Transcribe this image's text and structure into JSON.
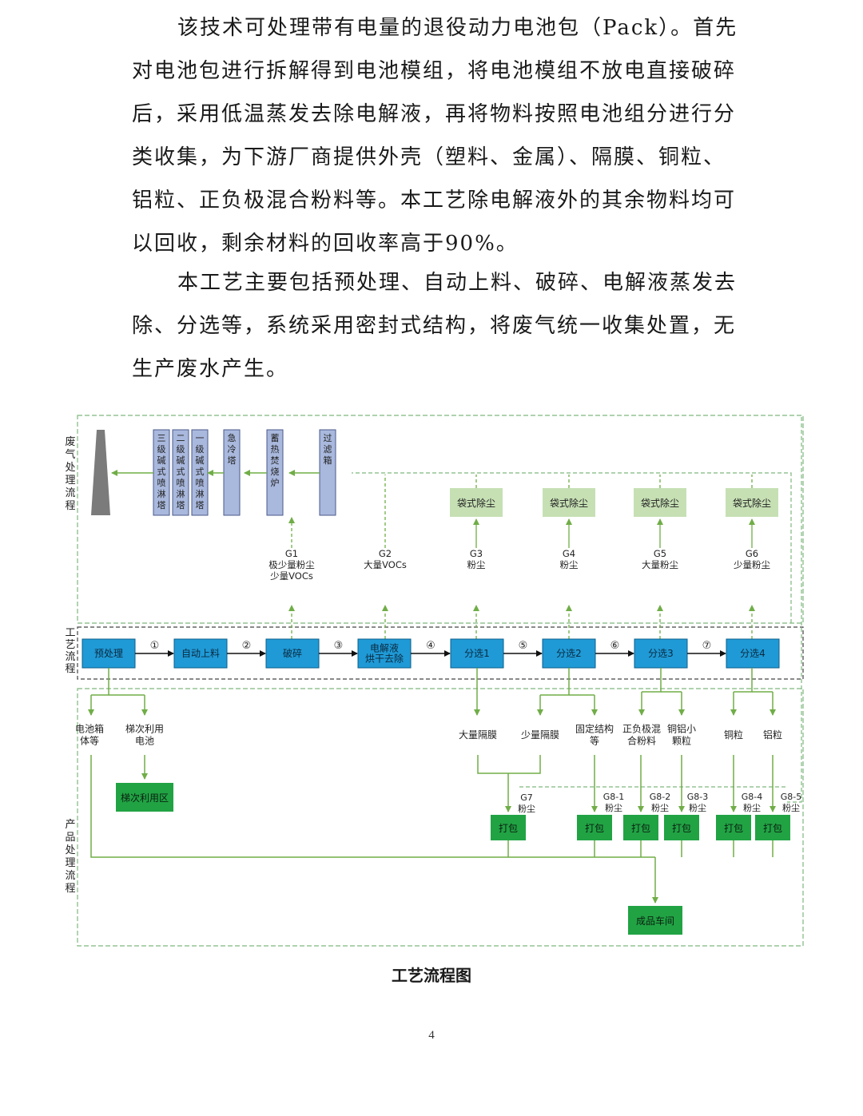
{
  "paragraphs": [
    "该技术可处理带有电量的退役动力电池包（Pack）。首先对电池包进行拆解得到电池模组，将电池模组不放电直接破碎后，采用低温蒸发去除电解液，再将物料按照电池组分进行分类收集，为下游厂商提供外壳（塑料、金属）、隔膜、铜粒、铝粒、正负极混合粉料等。本工艺除电解液外的其余物料均可以回收，剩余材料的回收率高于90%。",
    "本工艺主要包括预处理、自动上料、破碎、电解液蒸发去除、分选等，系统采用密封式结构，将废气统一收集处置，无生产废水产生。"
  ],
  "flowchart": {
    "sections": {
      "gas": "废气处理流程",
      "process": "工艺流程",
      "product": "产品处理流程"
    },
    "gas_units": [
      "三级碱式喷淋塔",
      "二级碱式喷淋塔",
      "一级碱式喷淋塔",
      "急冷塔",
      "蓄热焚烧炉",
      "过滤箱"
    ],
    "bag_filter": "袋式除尘",
    "emissions": [
      {
        "id": "G1",
        "lines": [
          "极少量粉尘",
          "少量VOCs"
        ]
      },
      {
        "id": "G2",
        "lines": [
          "大量VOCs"
        ]
      },
      {
        "id": "G3",
        "lines": [
          "粉尘"
        ]
      },
      {
        "id": "G4",
        "lines": [
          "粉尘"
        ]
      },
      {
        "id": "G5",
        "lines": [
          "大量粉尘"
        ]
      },
      {
        "id": "G6",
        "lines": [
          "少量粉尘"
        ]
      }
    ],
    "process_steps": [
      {
        "lines": [
          "预处理"
        ]
      },
      {
        "lines": [
          "自动上料"
        ]
      },
      {
        "lines": [
          "破碎"
        ]
      },
      {
        "lines": [
          "电解液",
          "烘干去除"
        ]
      },
      {
        "lines": [
          "分选1"
        ]
      },
      {
        "lines": [
          "分选2"
        ]
      },
      {
        "lines": [
          "分选3"
        ]
      },
      {
        "lines": [
          "分选4"
        ]
      }
    ],
    "step_numbers": [
      "①",
      "②",
      "③",
      "④",
      "⑤",
      "⑥",
      "⑦"
    ],
    "products": [
      {
        "lines": [
          "电池箱",
          "体等"
        ]
      },
      {
        "lines": [
          "梯次利用",
          "电池"
        ]
      },
      {
        "lines": [
          "大量隔膜"
        ]
      },
      {
        "lines": [
          "少量隔膜"
        ]
      },
      {
        "lines": [
          "固定结构",
          "等"
        ]
      },
      {
        "lines": [
          "正负极混",
          "合粉料"
        ]
      },
      {
        "lines": [
          "铜铝小",
          "颗粒"
        ]
      },
      {
        "lines": [
          "铜粒"
        ]
      },
      {
        "lines": [
          "铝粒"
        ]
      }
    ],
    "cascade_area": "梯次利用区",
    "pack_label": "打包",
    "packing_dust": [
      {
        "id": "G7",
        "label": "粉尘"
      },
      {
        "id": "G8-1",
        "label": "粉尘"
      },
      {
        "id": "G8-2",
        "label": "粉尘"
      },
      {
        "id": "G8-3",
        "label": "粉尘"
      },
      {
        "id": "G8-4",
        "label": "粉尘"
      },
      {
        "id": "G8-5",
        "label": "粉尘"
      }
    ],
    "warehouse": "成品车间",
    "colors": {
      "process_box": "#1f9ad6",
      "gas_box": "#a9b8dd",
      "bag_box": "#c6e0b4",
      "product_box": "#21a344",
      "arrow": "#70ad47"
    }
  },
  "caption": "工艺流程图",
  "page_number": "4"
}
